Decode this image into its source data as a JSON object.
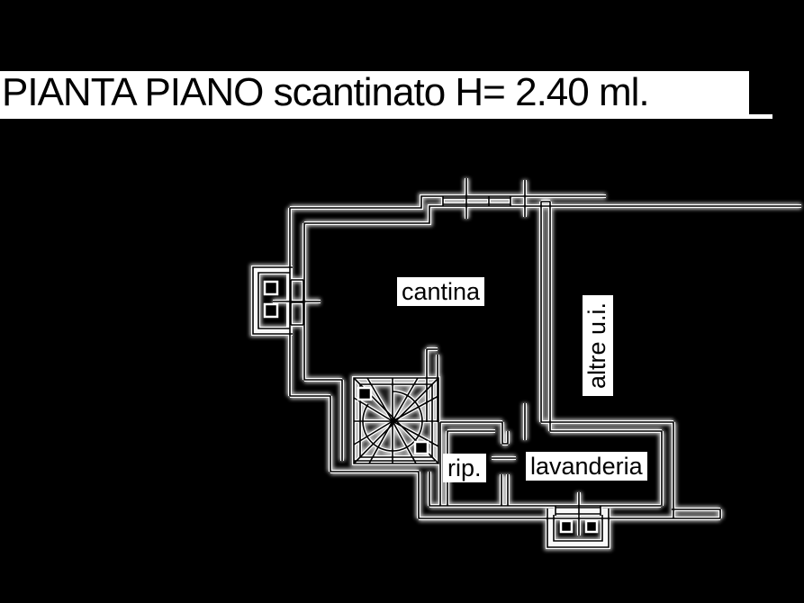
{
  "title": "PIANTA PIANO scantinato H= 2.40 ml.",
  "rooms": {
    "cantina": "cantina",
    "altre_ui": "altre u.i.",
    "rip": "rip.",
    "lavanderia": "lavanderia"
  },
  "colors": {
    "background": "#000000",
    "paper": "#ffffff",
    "ink": "#000000"
  }
}
